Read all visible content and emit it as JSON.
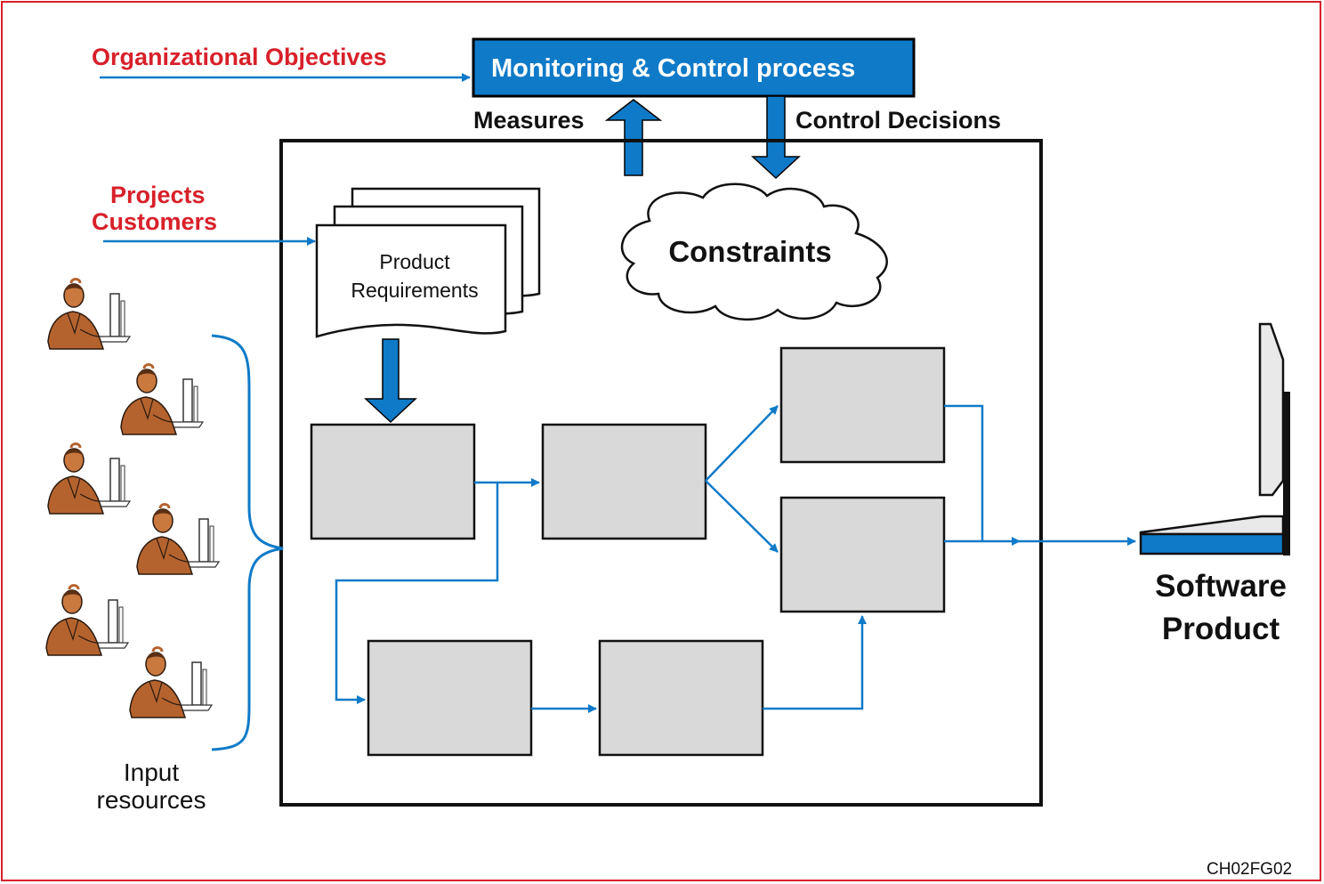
{
  "colors": {
    "accent_blue": "#0f7ac8",
    "label_red": "#d8202a",
    "box_gray": "#d9d9d9",
    "skin_brown": "#b5632e"
  },
  "inputs": {
    "organizational_objectives": "Organizational Objectives",
    "projects": "Projects",
    "customers": "Customers",
    "input_resources_line1": "Input",
    "input_resources_line2": "resources"
  },
  "monitoring": {
    "process_label": "Monitoring & Control process",
    "measures_label": "Measures",
    "control_decisions_label": "Control Decisions"
  },
  "process": {
    "product_requirements_line1": "Product",
    "product_requirements_line2": "Requirements",
    "constraints_label": "Constraints"
  },
  "output": {
    "software_line1": "Software",
    "software_line2": "Product"
  },
  "icons": {
    "workers": "person-at-computer-icon",
    "output_device": "laptop-icon"
  },
  "figure_ref": "CH02FG02"
}
